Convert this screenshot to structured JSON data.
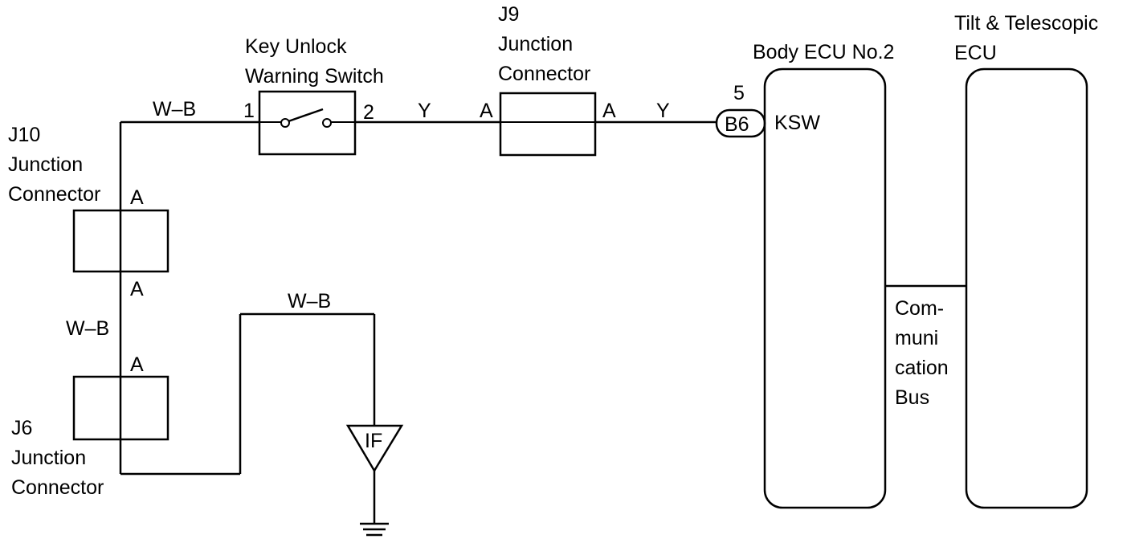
{
  "components": {
    "key_unlock_switch": {
      "line1": "Key Unlock",
      "line2": "Warning Switch",
      "pin_in": "1",
      "pin_out": "2"
    },
    "j9": {
      "line1": "J9",
      "line2": "Junction",
      "line3": "Connector",
      "pin_in": "A",
      "pin_out": "A"
    },
    "j10": {
      "line1": "J10",
      "line2": "Junction",
      "line3": "Connector",
      "pin_top": "A",
      "pin_bottom": "A"
    },
    "j6": {
      "line1": "J6",
      "line2": "Junction",
      "line3": "Connector",
      "pin_top": "A"
    },
    "body_ecu": {
      "title": "Body ECU No.2",
      "pin_number": "5",
      "connector": "B6",
      "terminal": "KSW"
    },
    "tilt_ecu": {
      "line1": "Tilt & Telescopic",
      "line2": "ECU"
    },
    "comm_bus": {
      "line1": "Com-",
      "line2": "muni",
      "line3": "cation",
      "line4": "Bus"
    },
    "ground": {
      "label": "IF"
    }
  },
  "wires": {
    "wb_top": "W–B",
    "y_left": "Y",
    "y_right": "Y",
    "wb_left": "W–B",
    "wb_ground": "W–B"
  }
}
